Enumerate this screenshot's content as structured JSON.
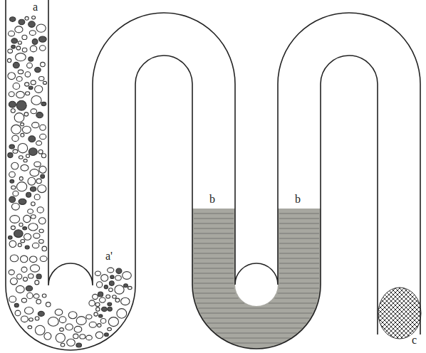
{
  "diagram": {
    "labels": [
      "a",
      "a'",
      "b",
      "b",
      "c"
    ]
  }
}
